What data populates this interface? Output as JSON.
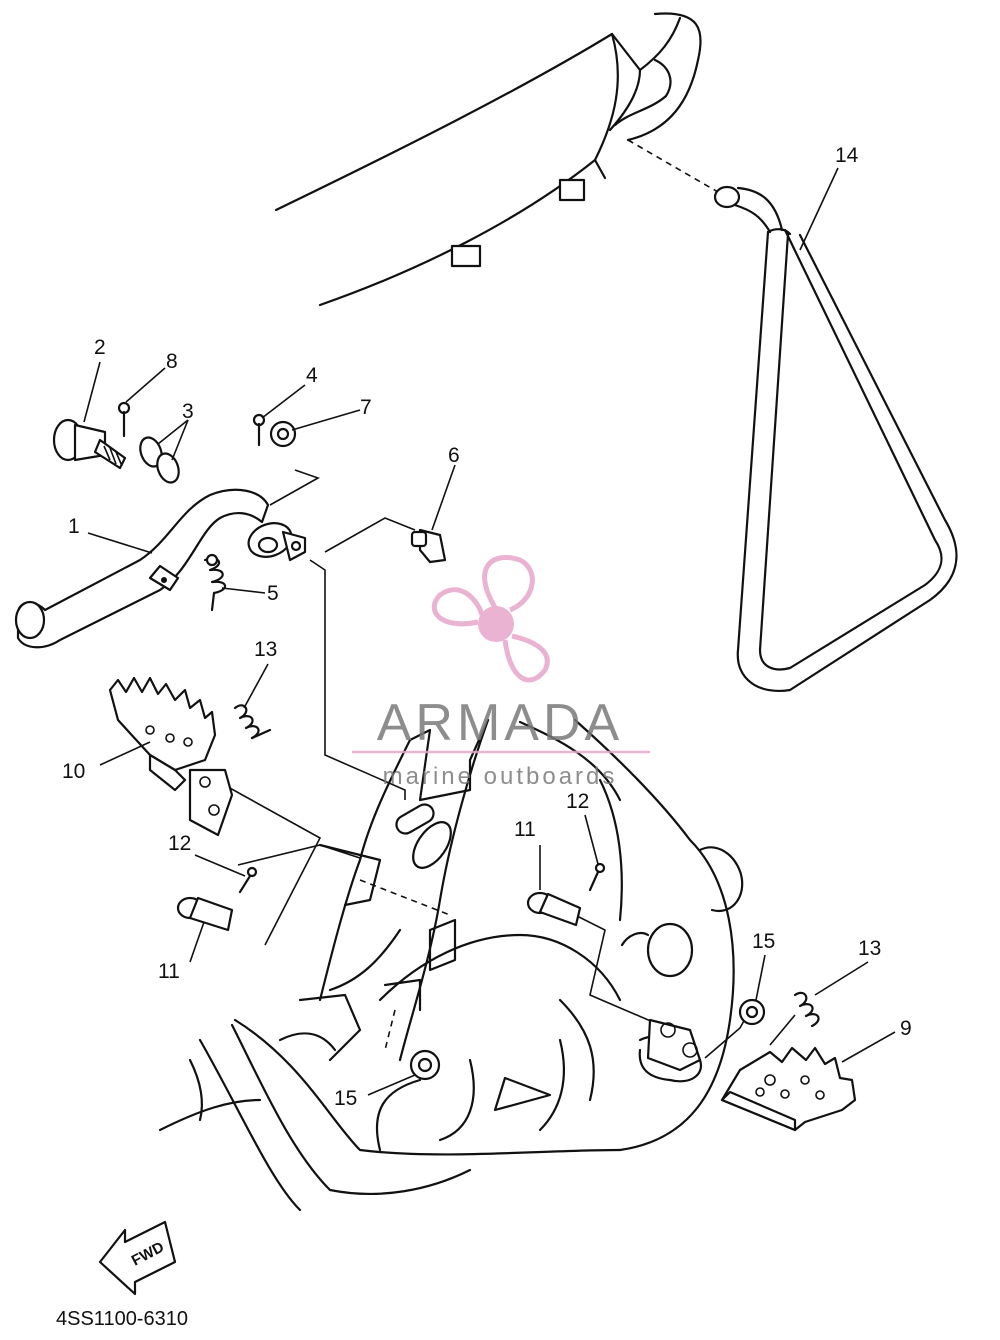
{
  "diagram": {
    "drawing_code": "4SS1100-6310",
    "fwd_label": "FWD",
    "callouts": [
      "1",
      "2",
      "3",
      "4",
      "5",
      "6",
      "7",
      "8",
      "9",
      "10",
      "11",
      "11",
      "12",
      "12",
      "13",
      "13",
      "14",
      "15",
      "15"
    ]
  },
  "watermark": {
    "brand": "ARMADA",
    "tagline": "marine outboards",
    "colors": {
      "propeller": "#e6a6c9",
      "text": "#7a7a7a"
    }
  }
}
